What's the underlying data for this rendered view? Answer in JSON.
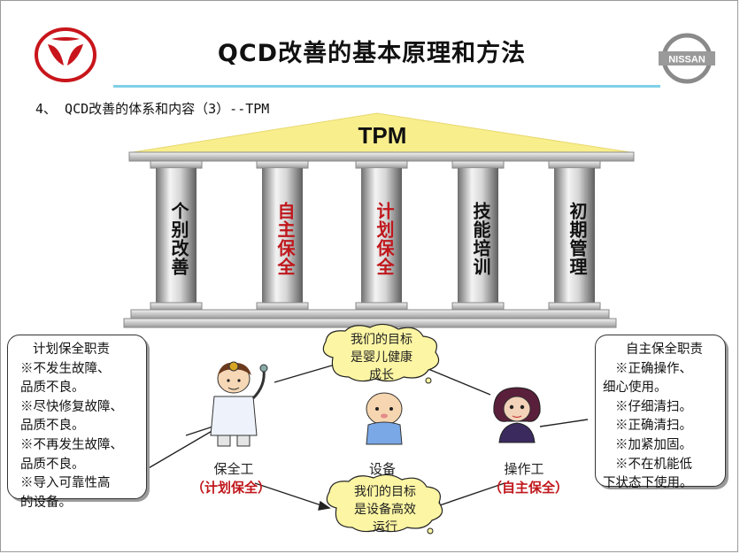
{
  "title": "QCD改善的基本原理和方法",
  "subtitle": "4、  QCD改善的体系和内容（3）--TPM",
  "logos": {
    "left": "dongfeng-logo",
    "right": "NISSAN"
  },
  "roof_label": "TPM",
  "pillars": [
    {
      "label": "个别改善",
      "color": "#111111"
    },
    {
      "label": "自主保全",
      "color": "#c0171c"
    },
    {
      "label": "计划保全",
      "color": "#c0171c"
    },
    {
      "label": "技能培训",
      "color": "#111111"
    },
    {
      "label": "初期管理",
      "color": "#111111"
    }
  ],
  "left_box": {
    "heading": "计划保全职责",
    "lines": [
      "※不发生故障、",
      "品质不良。",
      "※尽快修复故障、",
      "品质不良。",
      "※不再发生故障、",
      "品质不良。",
      "※导入可靠性高",
      "的设备。"
    ]
  },
  "right_box": {
    "heading": "自主保全职责",
    "lines": [
      "※正确操作、",
      "细心使用。",
      "※仔细清扫。",
      "※正确清扫。",
      "※加紧加固。",
      "※不在机能低",
      "下状态下使用。"
    ]
  },
  "top_cloud": [
    "我们的目标",
    "是婴儿健康",
    "成长"
  ],
  "bottom_cloud": [
    "我们的目标",
    "是设备高效",
    "运行"
  ],
  "figures": {
    "maintenance": {
      "role": "保全工",
      "tag": "（计划保全）"
    },
    "equipment": {
      "role": "设备"
    },
    "operator": {
      "role": "操作工",
      "tag": "（自主保全）"
    }
  },
  "colors": {
    "accent_red": "#c0171c",
    "rule_cyan": "#7fd0e6",
    "roof_yellow": "#f8ee8c"
  }
}
